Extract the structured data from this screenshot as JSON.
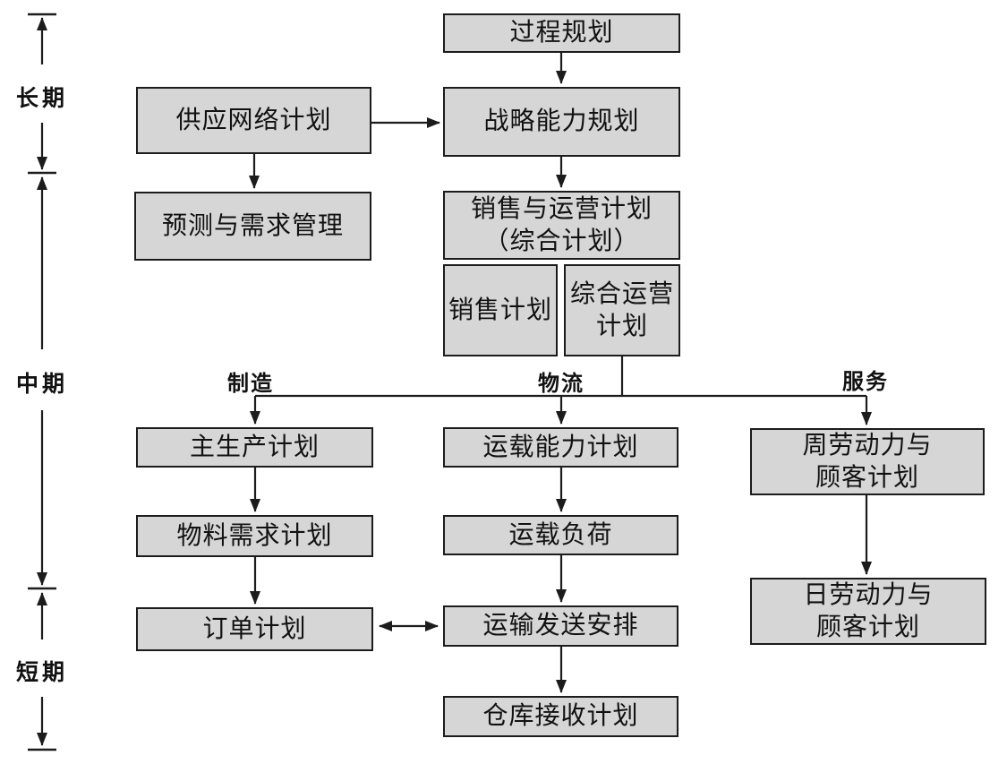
{
  "diagram": {
    "title_semantic": "supply-chain-planning-flowchart",
    "colors": {
      "background": "#ffffff",
      "box_fill": "#d6d6d6",
      "box_border": "#1c1c1c",
      "line": "#1c1c1c",
      "text": "#111111"
    },
    "time_axis": {
      "long_term": "长期",
      "mid_term": "中期",
      "short_term": "短期"
    },
    "branch_labels": {
      "manufacturing": "制造",
      "logistics": "物流",
      "services": "服务"
    },
    "nodes": {
      "process_planning": {
        "lines": [
          "过程规划"
        ]
      },
      "supply_network": {
        "lines": [
          "供应网络计划"
        ]
      },
      "strategic_capacity": {
        "lines": [
          "战略能力规划"
        ]
      },
      "forecast_demand": {
        "lines": [
          "预测与需求管理"
        ]
      },
      "sales_ops": {
        "lines": [
          "销售与运营计划",
          "（综合计划）"
        ]
      },
      "sales_plan": {
        "lines": [
          "销售计划"
        ]
      },
      "aggregate_ops": {
        "lines": [
          "综合运营",
          "计划"
        ]
      },
      "master_production": {
        "lines": [
          "主生产计划"
        ]
      },
      "mrp": {
        "lines": [
          "物料需求计划"
        ]
      },
      "order_scheduling": {
        "lines": [
          "订单计划"
        ]
      },
      "vehicle_capacity": {
        "lines": [
          "运载能力计划"
        ]
      },
      "vehicle_loading": {
        "lines": [
          "运载负荷"
        ]
      },
      "transport_dispatch": {
        "lines": [
          "运输发送安排"
        ]
      },
      "warehouse_receipt": {
        "lines": [
          "仓库接收计划"
        ]
      },
      "weekly_workforce": {
        "lines": [
          "周劳动力与",
          "顾客计划"
        ]
      },
      "daily_workforce": {
        "lines": [
          "日劳动力与",
          "顾客计划"
        ]
      }
    },
    "edges": [
      "process_planning -> strategic_capacity",
      "supply_network -> strategic_capacity",
      "supply_network -> forecast_demand",
      "strategic_capacity -> sales_ops",
      "aggregate_ops -> master_production",
      "aggregate_ops -> vehicle_capacity",
      "aggregate_ops -> weekly_workforce",
      "master_production -> mrp",
      "mrp -> order_scheduling",
      "vehicle_capacity -> vehicle_loading",
      "vehicle_loading -> transport_dispatch",
      "transport_dispatch -> warehouse_receipt",
      "weekly_workforce -> daily_workforce",
      "order_scheduling <-> transport_dispatch"
    ]
  }
}
